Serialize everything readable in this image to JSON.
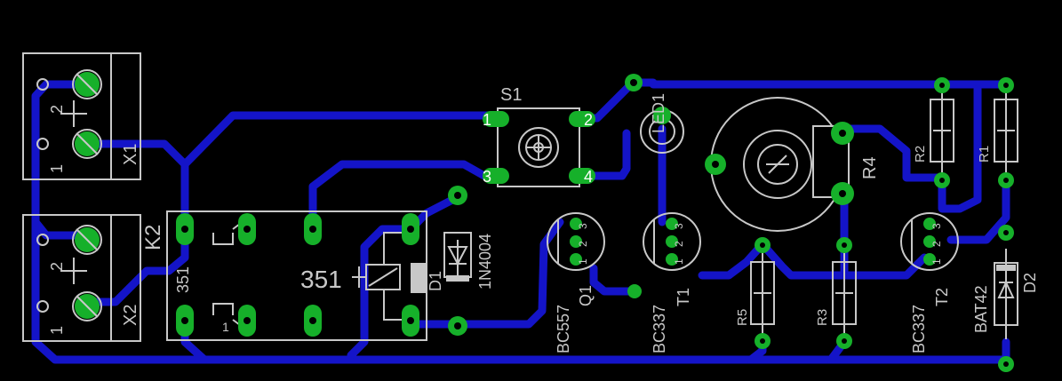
{
  "colors": {
    "background": "#000000",
    "trace": "#1414c8",
    "pad": "#16b02a",
    "silkscreen": "#c8c8c8",
    "drill": "#000000"
  },
  "components": {
    "x1": {
      "name": "X1",
      "pin1": "1",
      "pin2": "2"
    },
    "x2": {
      "name": "X2",
      "pin1": "1",
      "pin2": "2"
    },
    "k2": {
      "name": "K2",
      "value": "351",
      "relay_value": "351"
    },
    "s1": {
      "name": "S1",
      "pin1": "1",
      "pin2": "2",
      "pin3": "3",
      "pin4": "4"
    },
    "led1": {
      "name": "LED1"
    },
    "d1": {
      "name": "D1",
      "value": "1N4004"
    },
    "q1": {
      "name": "Q1",
      "value": "BC557"
    },
    "t1": {
      "name": "T1",
      "value": "BC337"
    },
    "t2": {
      "name": "T2",
      "value": "BC337"
    },
    "r1": {
      "name": "R1"
    },
    "r2": {
      "name": "R2"
    },
    "r3": {
      "name": "R3"
    },
    "r4": {
      "name": "R4"
    },
    "r5": {
      "name": "R5"
    },
    "d2": {
      "name": "D2",
      "value": "BAT42"
    },
    "pin_labels": {
      "one": "1",
      "two": "2",
      "three": "3"
    }
  }
}
